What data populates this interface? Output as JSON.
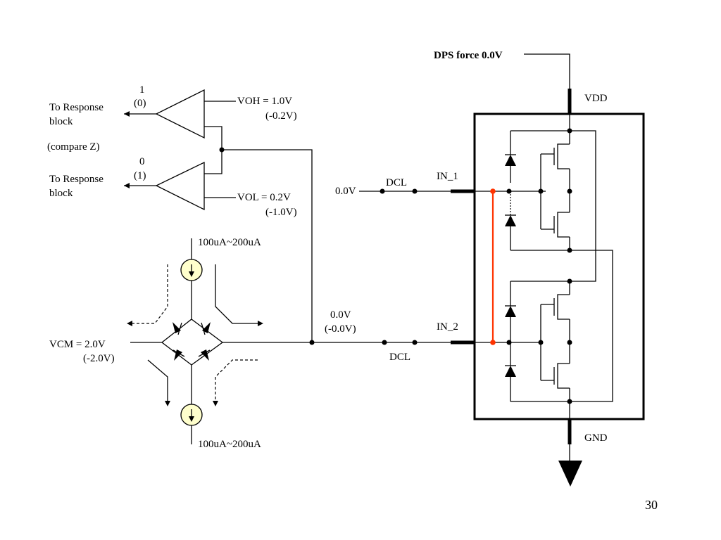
{
  "comparators": {
    "high": {
      "output_label": "To Response\nblock",
      "state_top": "1",
      "state_bottom": "(0)",
      "ref_label": "VOH = 1.0V",
      "ref_alt": "(-0.2V)"
    },
    "compare_note": "(compare Z)",
    "low": {
      "output_label": "To Response\nblock",
      "state_top": "0",
      "state_bottom": "(1)",
      "ref_label": "VOL = 0.2V",
      "ref_alt": "(-1.0V)"
    }
  },
  "load": {
    "source_top_label": "100uA~200uA",
    "source_bottom_label": "100uA~200uA",
    "vcm_label": "VCM = 2.0V",
    "vcm_alt": "(-2.0V)"
  },
  "channel1": {
    "voltage_label": "0.0V",
    "dcl_label": "DCL",
    "pin_label": "IN_1"
  },
  "channel2": {
    "voltage_label": "0.0V",
    "voltage_alt": "(-0.0V)",
    "dcl_label": "DCL",
    "pin_label": "IN_2"
  },
  "dut": {
    "dps_label": "DPS force  0.0V",
    "vdd_label": "VDD",
    "gnd_label": "GND"
  },
  "page_number": "30",
  "colors": {
    "short_wire": "#ff3300",
    "current_source_fill": "#ffffcc"
  }
}
